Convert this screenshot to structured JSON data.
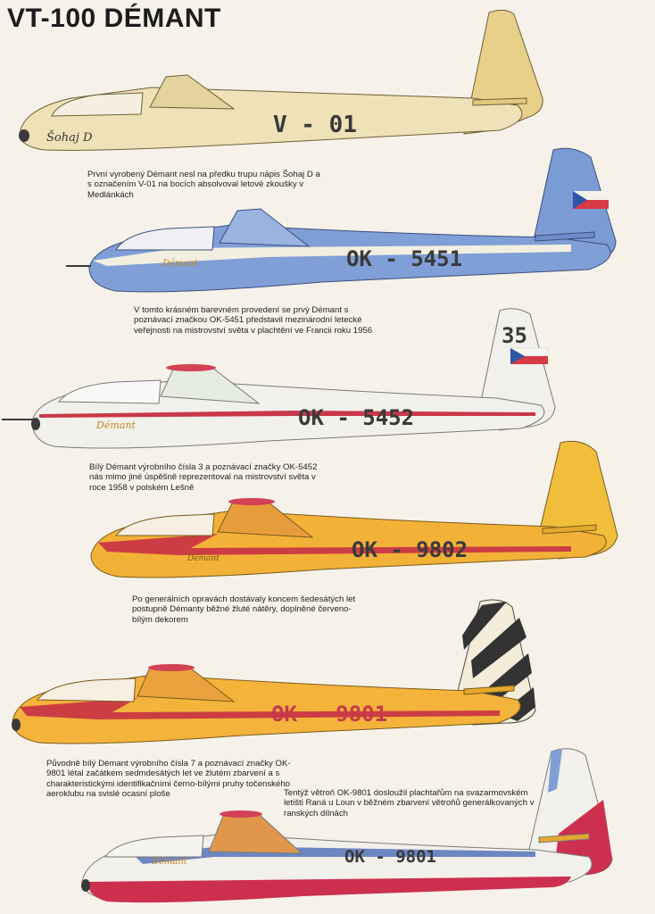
{
  "title": "VT-100 DÉMANT",
  "gliders": [
    {
      "registration": "V - 01",
      "nose_script": "Šohaj D",
      "caption": "První vyrobený Démant nesl na předku trupu nápis Šohaj D a s označením V-01 na bocích absolvoval letové zkoušky v Medlánkách",
      "colors": {
        "body": "#efe2b8",
        "fin": "#e8d08a",
        "stripe": "none"
      }
    },
    {
      "registration": "OK - 5451",
      "nose_script": "Démant",
      "caption": "V tomto krásném barevném provedení se prvý Démant s poznávací značkou OK-5451 představil mezinárodní letecké veřejnosti na mistrovství světa v plachtění ve Francii roku 1956",
      "colors": {
        "body": "#7f9fd6",
        "fin": "#7b9bd4",
        "stripe": "#f3efe0"
      }
    },
    {
      "registration": "OK - 5452",
      "tail_number": "35",
      "nose_script": "Démant",
      "caption": "Bílý Démant výrobního čísla 3 a poznávací značky OK-5452 nás mimo jiné úspěšně reprezentoval na mistrovství světa v roce 1958 v polském Lešně",
      "colors": {
        "body": "#f2f0ea",
        "fin": "#f2f0ea",
        "stripe": "#c8384a"
      }
    },
    {
      "registration": "OK - 9802",
      "nose_script": "Démant",
      "caption": "Po generálních opravách dostávaly koncem šedesátých let postupně Démanty běžné žluté nátěry, doplněné červeno-bílým dekorem",
      "colors": {
        "body": "#f2b238",
        "fin": "#f0be3a",
        "stripe": "#cc3d43"
      }
    },
    {
      "registration": "OK - 9801",
      "caption": "Původně bílý Démant výrobního čísla 7 a poznávací značky OK-9801 létal začátkem sedmdesátých let ve žlutém zbarvení a s charakteristickými identifikačními černo-bílými pruhy točenského aeroklubu na svislé ocasní ploše",
      "colors": {
        "body": "#f4b43c",
        "fin": "#f2ecd8",
        "stripe": "#cc3d43"
      }
    },
    {
      "registration": "OK - 9801",
      "nose_script": "Démant",
      "caption": "Tentýž větroň OK-9801 dosloužil plachtařům na svazarmovském letišti Raná u Loun v běžném zbarvení větroňů generálkovaných v ranských dílnách",
      "colors": {
        "body": "#f2f0ea",
        "fin": "#f2f0ea",
        "stripe": "#cd2f4f"
      }
    }
  ]
}
